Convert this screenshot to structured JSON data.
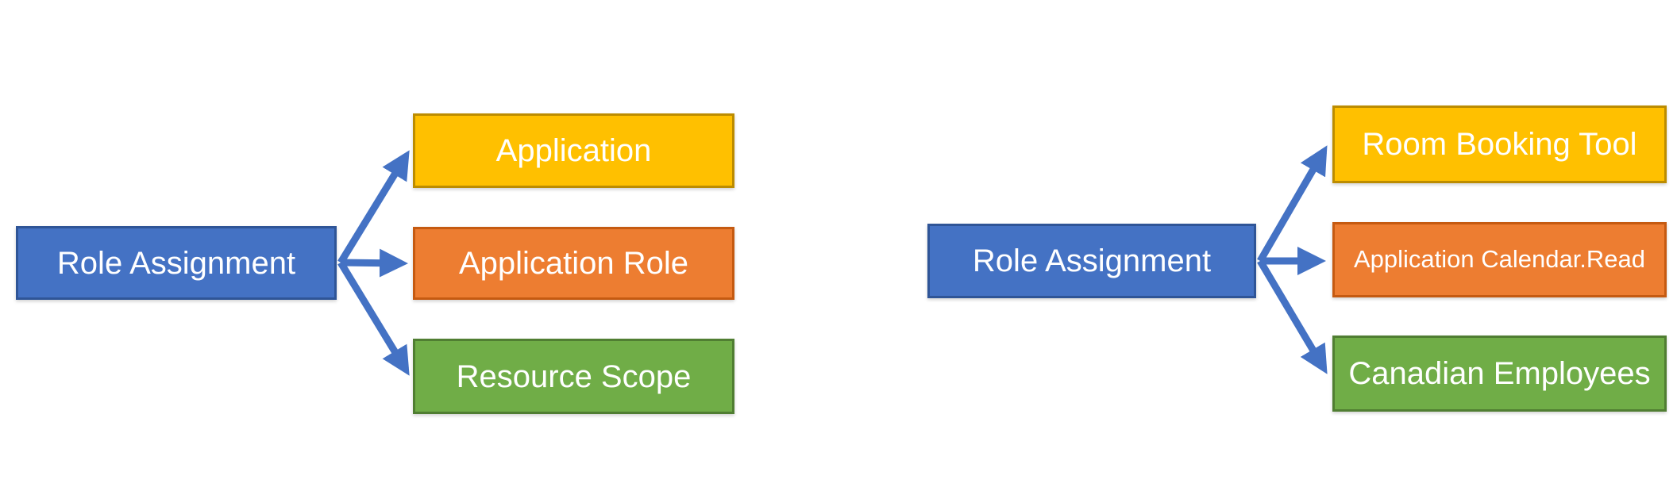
{
  "background": "#FFFFFF",
  "text_color": "#FFFFFF",
  "arrow": {
    "color": "#4472C4"
  },
  "panels": [
    {
      "name": "role-assignment-generic",
      "source": {
        "label": "Role Assignment",
        "fill": "#4472C4",
        "border": "#2F5597"
      },
      "targets": [
        {
          "label": "Application",
          "fill": "#FFC000",
          "border": "#BC8C00"
        },
        {
          "label": "Application Role",
          "fill": "#ED7D31",
          "border": "#C55A11"
        },
        {
          "label": "Resource Scope",
          "fill": "#70AD47",
          "border": "#507E32"
        }
      ]
    },
    {
      "name": "role-assignment-example",
      "source": {
        "label": "Role Assignment",
        "fill": "#4472C4",
        "border": "#2F5597"
      },
      "targets": [
        {
          "label": "Room Booking Tool",
          "fill": "#FFC000",
          "border": "#BC8C00"
        },
        {
          "label": "Application Calendar.Read",
          "fill": "#ED7D31",
          "border": "#C55A11"
        },
        {
          "label": "Canadian Employees",
          "fill": "#70AD47",
          "border": "#507E32"
        }
      ]
    }
  ]
}
